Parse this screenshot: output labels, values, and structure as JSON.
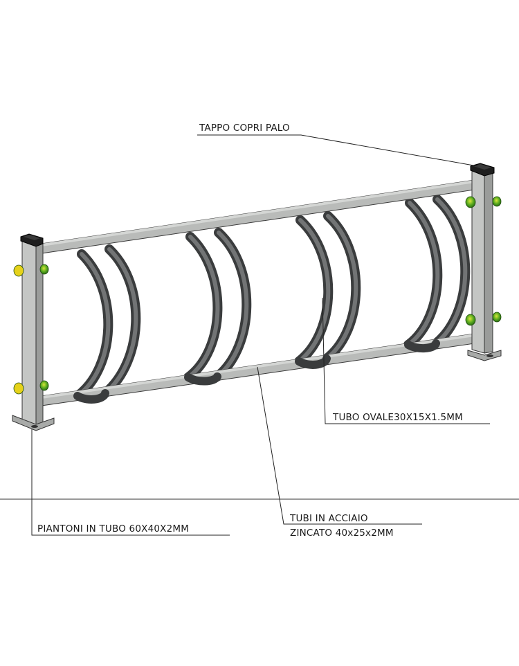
{
  "labels": {
    "cap": "TAPPO COPRI PALO",
    "oval_tube": "TUBO OVALE30X15X1.5MM",
    "posts": "PIANTONI IN TUBO 60X40X2MM",
    "steel_line1": "TUBI IN ACCIAIO",
    "steel_line2": "ZINCATO 40x25x2MM"
  },
  "colors": {
    "frame": "#b9bbb9",
    "frame_dark": "#8f918f",
    "hoop": "#5c5e5f",
    "cap": "#1e1e1e",
    "bolt_green": "#3f8f1f",
    "bolt_yellow": "#e6d21a"
  }
}
